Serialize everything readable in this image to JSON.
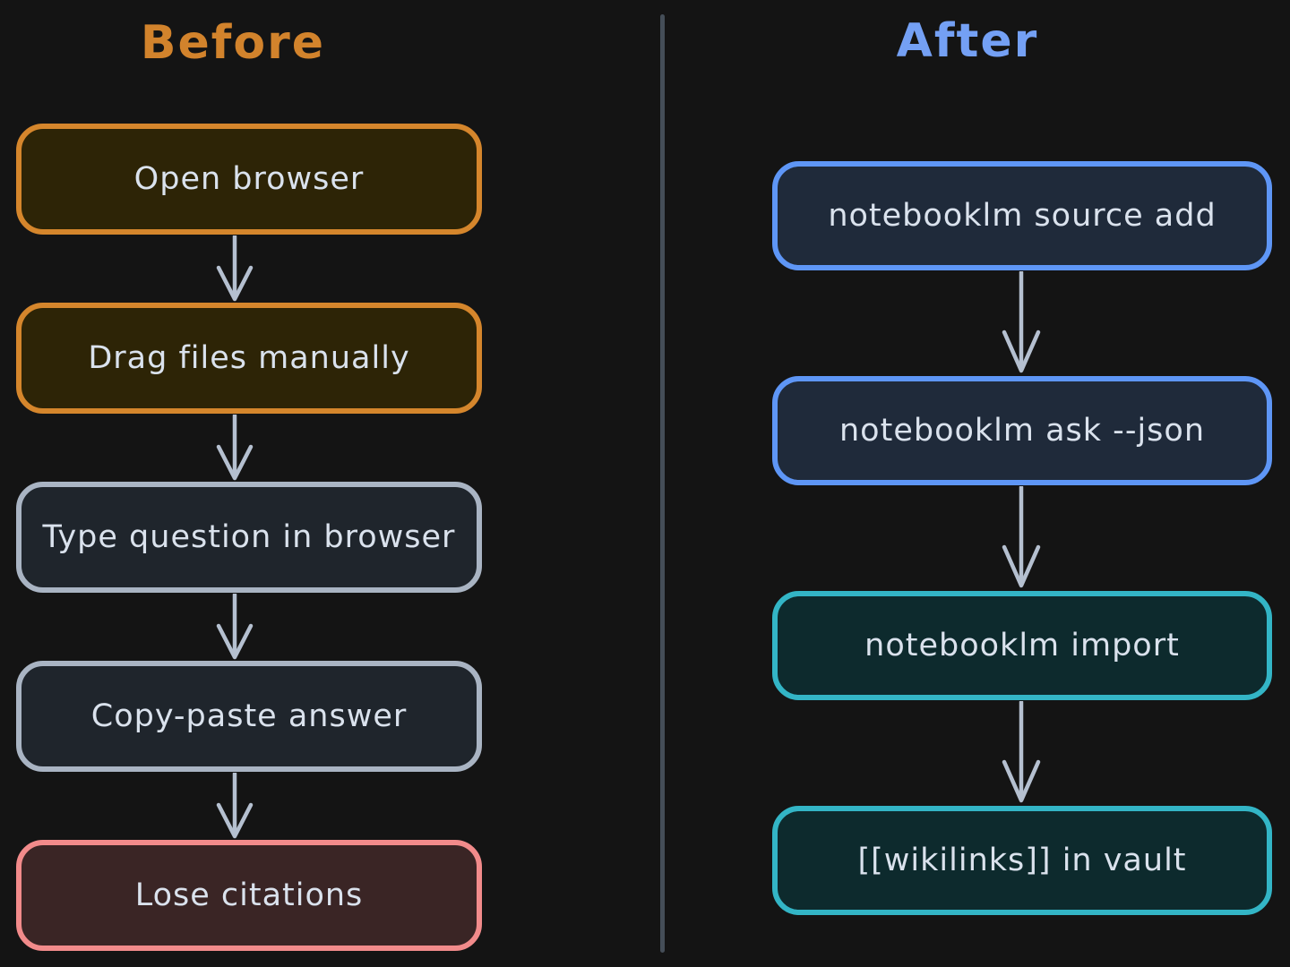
{
  "diagram": {
    "background": "#141414",
    "divider_color": "#454e58",
    "arrow_color": "#b5c0d0",
    "text_color": "#dae2ed",
    "before": {
      "title": "Before",
      "title_color": "#d2832c",
      "steps": [
        {
          "label": "Open browser",
          "fill": "#2d2406",
          "border": "#d5862c"
        },
        {
          "label": "Drag files manually",
          "fill": "#2d2406",
          "border": "#d5862c"
        },
        {
          "label": "Type question in browser",
          "fill": "#1f252c",
          "border": "#a9b4c3"
        },
        {
          "label": "Copy-paste answer",
          "fill": "#1f252c",
          "border": "#a9b4c3"
        },
        {
          "label": "Lose citations",
          "fill": "#3a2525",
          "border": "#f28b8b"
        }
      ]
    },
    "after": {
      "title": "After",
      "title_color": "#74a0f4",
      "steps": [
        {
          "label": "notebooklm source add",
          "fill": "#1f2a3a",
          "border": "#5e96f6"
        },
        {
          "label": "notebooklm ask --json",
          "fill": "#1f2a3a",
          "border": "#5e96f6"
        },
        {
          "label": "notebooklm import",
          "fill": "#0d2a2d",
          "border": "#33b5c6"
        },
        {
          "label": "[[wikilinks]] in vault",
          "fill": "#0d2a2d",
          "border": "#33b5c6"
        }
      ]
    }
  }
}
